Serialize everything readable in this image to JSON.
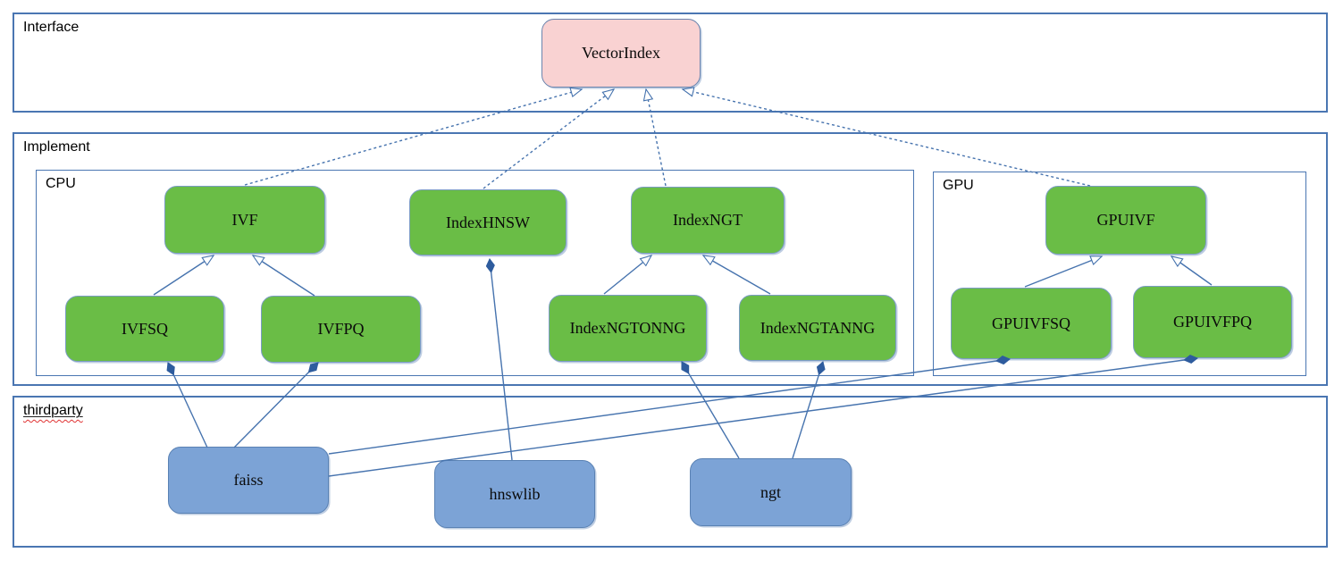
{
  "colors": {
    "green": "#6abd46",
    "green-border": "#7b9cc4",
    "blue": "#7ca3d6",
    "blue-border": "#5a82b4",
    "pink": "#f9d2d2",
    "pink-border": "#6b84ad",
    "line": "#4673ae",
    "diamond": "#2e5c9e",
    "frame": "#4a76b2",
    "squiggle": "#e03434"
  },
  "sections": {
    "interface": {
      "label": "Interface"
    },
    "implement": {
      "label": "Implement"
    },
    "cpu": {
      "label": "CPU"
    },
    "gpu": {
      "label": "GPU"
    },
    "thirdparty": {
      "label": "thirdparty"
    }
  },
  "nodes": {
    "vectorindex": {
      "label": "VectorIndex"
    },
    "ivf": {
      "label": "IVF"
    },
    "indexhnsw": {
      "label": "IndexHNSW"
    },
    "indexngt": {
      "label": "IndexNGT"
    },
    "gpuivf": {
      "label": "GPUIVF"
    },
    "ivfsq": {
      "label": "IVFSQ"
    },
    "ivfpq": {
      "label": "IVFPQ"
    },
    "indexngtonng": {
      "label": "IndexNGTONNG"
    },
    "indexngtanng": {
      "label": "IndexNGTANNG"
    },
    "gpuivfsq": {
      "label": "GPUIVFSQ"
    },
    "gpuivfpq": {
      "label": "GPUIVFPQ"
    },
    "faiss": {
      "label": "faiss"
    },
    "hnswlib": {
      "label": "hnswlib"
    },
    "ngt": {
      "label": "ngt"
    }
  },
  "edges": [
    {
      "from": "ivf",
      "to": "vectorindex",
      "type": "realization"
    },
    {
      "from": "indexhnsw",
      "to": "vectorindex",
      "type": "realization"
    },
    {
      "from": "indexngt",
      "to": "vectorindex",
      "type": "realization"
    },
    {
      "from": "gpuivf",
      "to": "vectorindex",
      "type": "realization"
    },
    {
      "from": "ivfsq",
      "to": "ivf",
      "type": "generalization"
    },
    {
      "from": "ivfpq",
      "to": "ivf",
      "type": "generalization"
    },
    {
      "from": "indexngtonng",
      "to": "indexngt",
      "type": "generalization"
    },
    {
      "from": "indexngtanng",
      "to": "indexngt",
      "type": "generalization"
    },
    {
      "from": "gpuivfsq",
      "to": "gpuivf",
      "type": "generalization"
    },
    {
      "from": "gpuivfpq",
      "to": "gpuivf",
      "type": "generalization"
    },
    {
      "from": "faiss",
      "to": "ivfsq",
      "type": "composition"
    },
    {
      "from": "faiss",
      "to": "ivfpq",
      "type": "composition"
    },
    {
      "from": "hnswlib",
      "to": "indexhnsw",
      "type": "composition"
    },
    {
      "from": "ngt",
      "to": "indexngtonng",
      "type": "composition"
    },
    {
      "from": "ngt",
      "to": "indexngtanng",
      "type": "composition"
    },
    {
      "from": "faiss",
      "to": "gpuivfsq",
      "type": "composition"
    },
    {
      "from": "faiss",
      "to": "gpuivfpq",
      "type": "composition"
    }
  ]
}
